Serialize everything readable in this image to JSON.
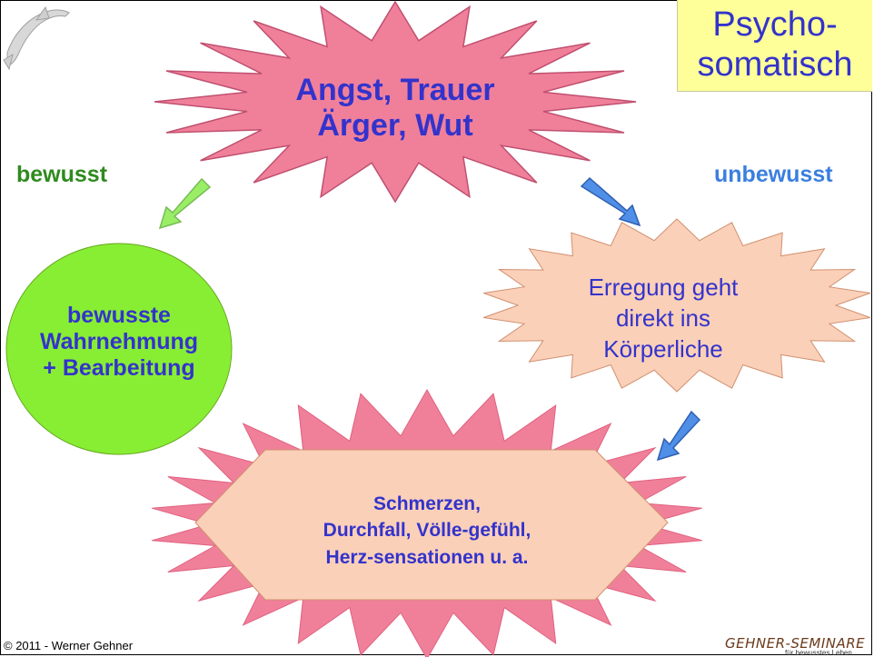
{
  "title": "Psycho-\nsomatisch",
  "labels": {
    "left": "bewusst",
    "right": "unbewusst"
  },
  "nodes": {
    "center_burst": "Angst, Trauer\nÄrger, Wut",
    "left_ellipse": "bewusste\nWahrnehmung\n+ Bearbeitung",
    "right_burst": "Erregung geht\ndirekt ins\nKörperliche",
    "bottom_burst": "Schmerzen,\nDurchfall, Völle-gefühl,\nHerz-sensationen u. a."
  },
  "footer": {
    "copyright": "© 2011 - Werner Gehner",
    "logo_main": "GEHNER-SEMINARE",
    "logo_sub": "für bewusstes Leben"
  },
  "colors": {
    "pink_burst": "#f0809a",
    "peach_burst": "#fbd0b8",
    "green_ellipse": "#88ee33",
    "text_blue": "#3333cc",
    "green_label": "#2e8b1e",
    "blue_label": "#3a7fe0",
    "green_arrow": "#99ee66",
    "blue_arrow": "#4f8fe8",
    "title_bg": "#ffff99"
  },
  "icons": [
    "dolphin-icon",
    "logo-icon"
  ]
}
